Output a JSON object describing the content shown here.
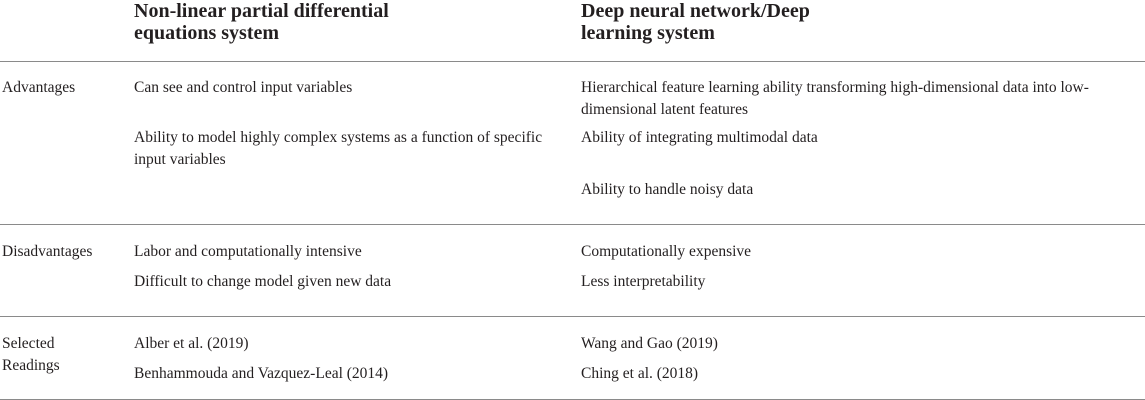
{
  "table": {
    "headers": {
      "col1": "",
      "col2": "Non-linear partial differential equations system",
      "col3": "Deep neural network/Deep learning system"
    },
    "rows": [
      {
        "label": "Advantages",
        "col2": [
          "Can see and control input variables",
          "Ability to model highly complex systems as a function of specific input variables"
        ],
        "col3": [
          "Hierarchical feature learning ability transforming high-dimensional data into low-dimensional latent features",
          "Ability of integrating multimodal data",
          "Ability to handle noisy data"
        ]
      },
      {
        "label": "Disadvantages",
        "col2": [
          "Labor and computationally intensive",
          "Difficult to change model given new data"
        ],
        "col3": [
          "Computationally expensive",
          "Less interpretability"
        ]
      },
      {
        "label": "Selected Readings",
        "col2": [
          "Alber et al. (2019)",
          "Benhammouda and Vazquez-Leal (2014)"
        ],
        "col3": [
          "Wang and Gao (2019)",
          "Ching et al. (2018)"
        ]
      }
    ]
  }
}
